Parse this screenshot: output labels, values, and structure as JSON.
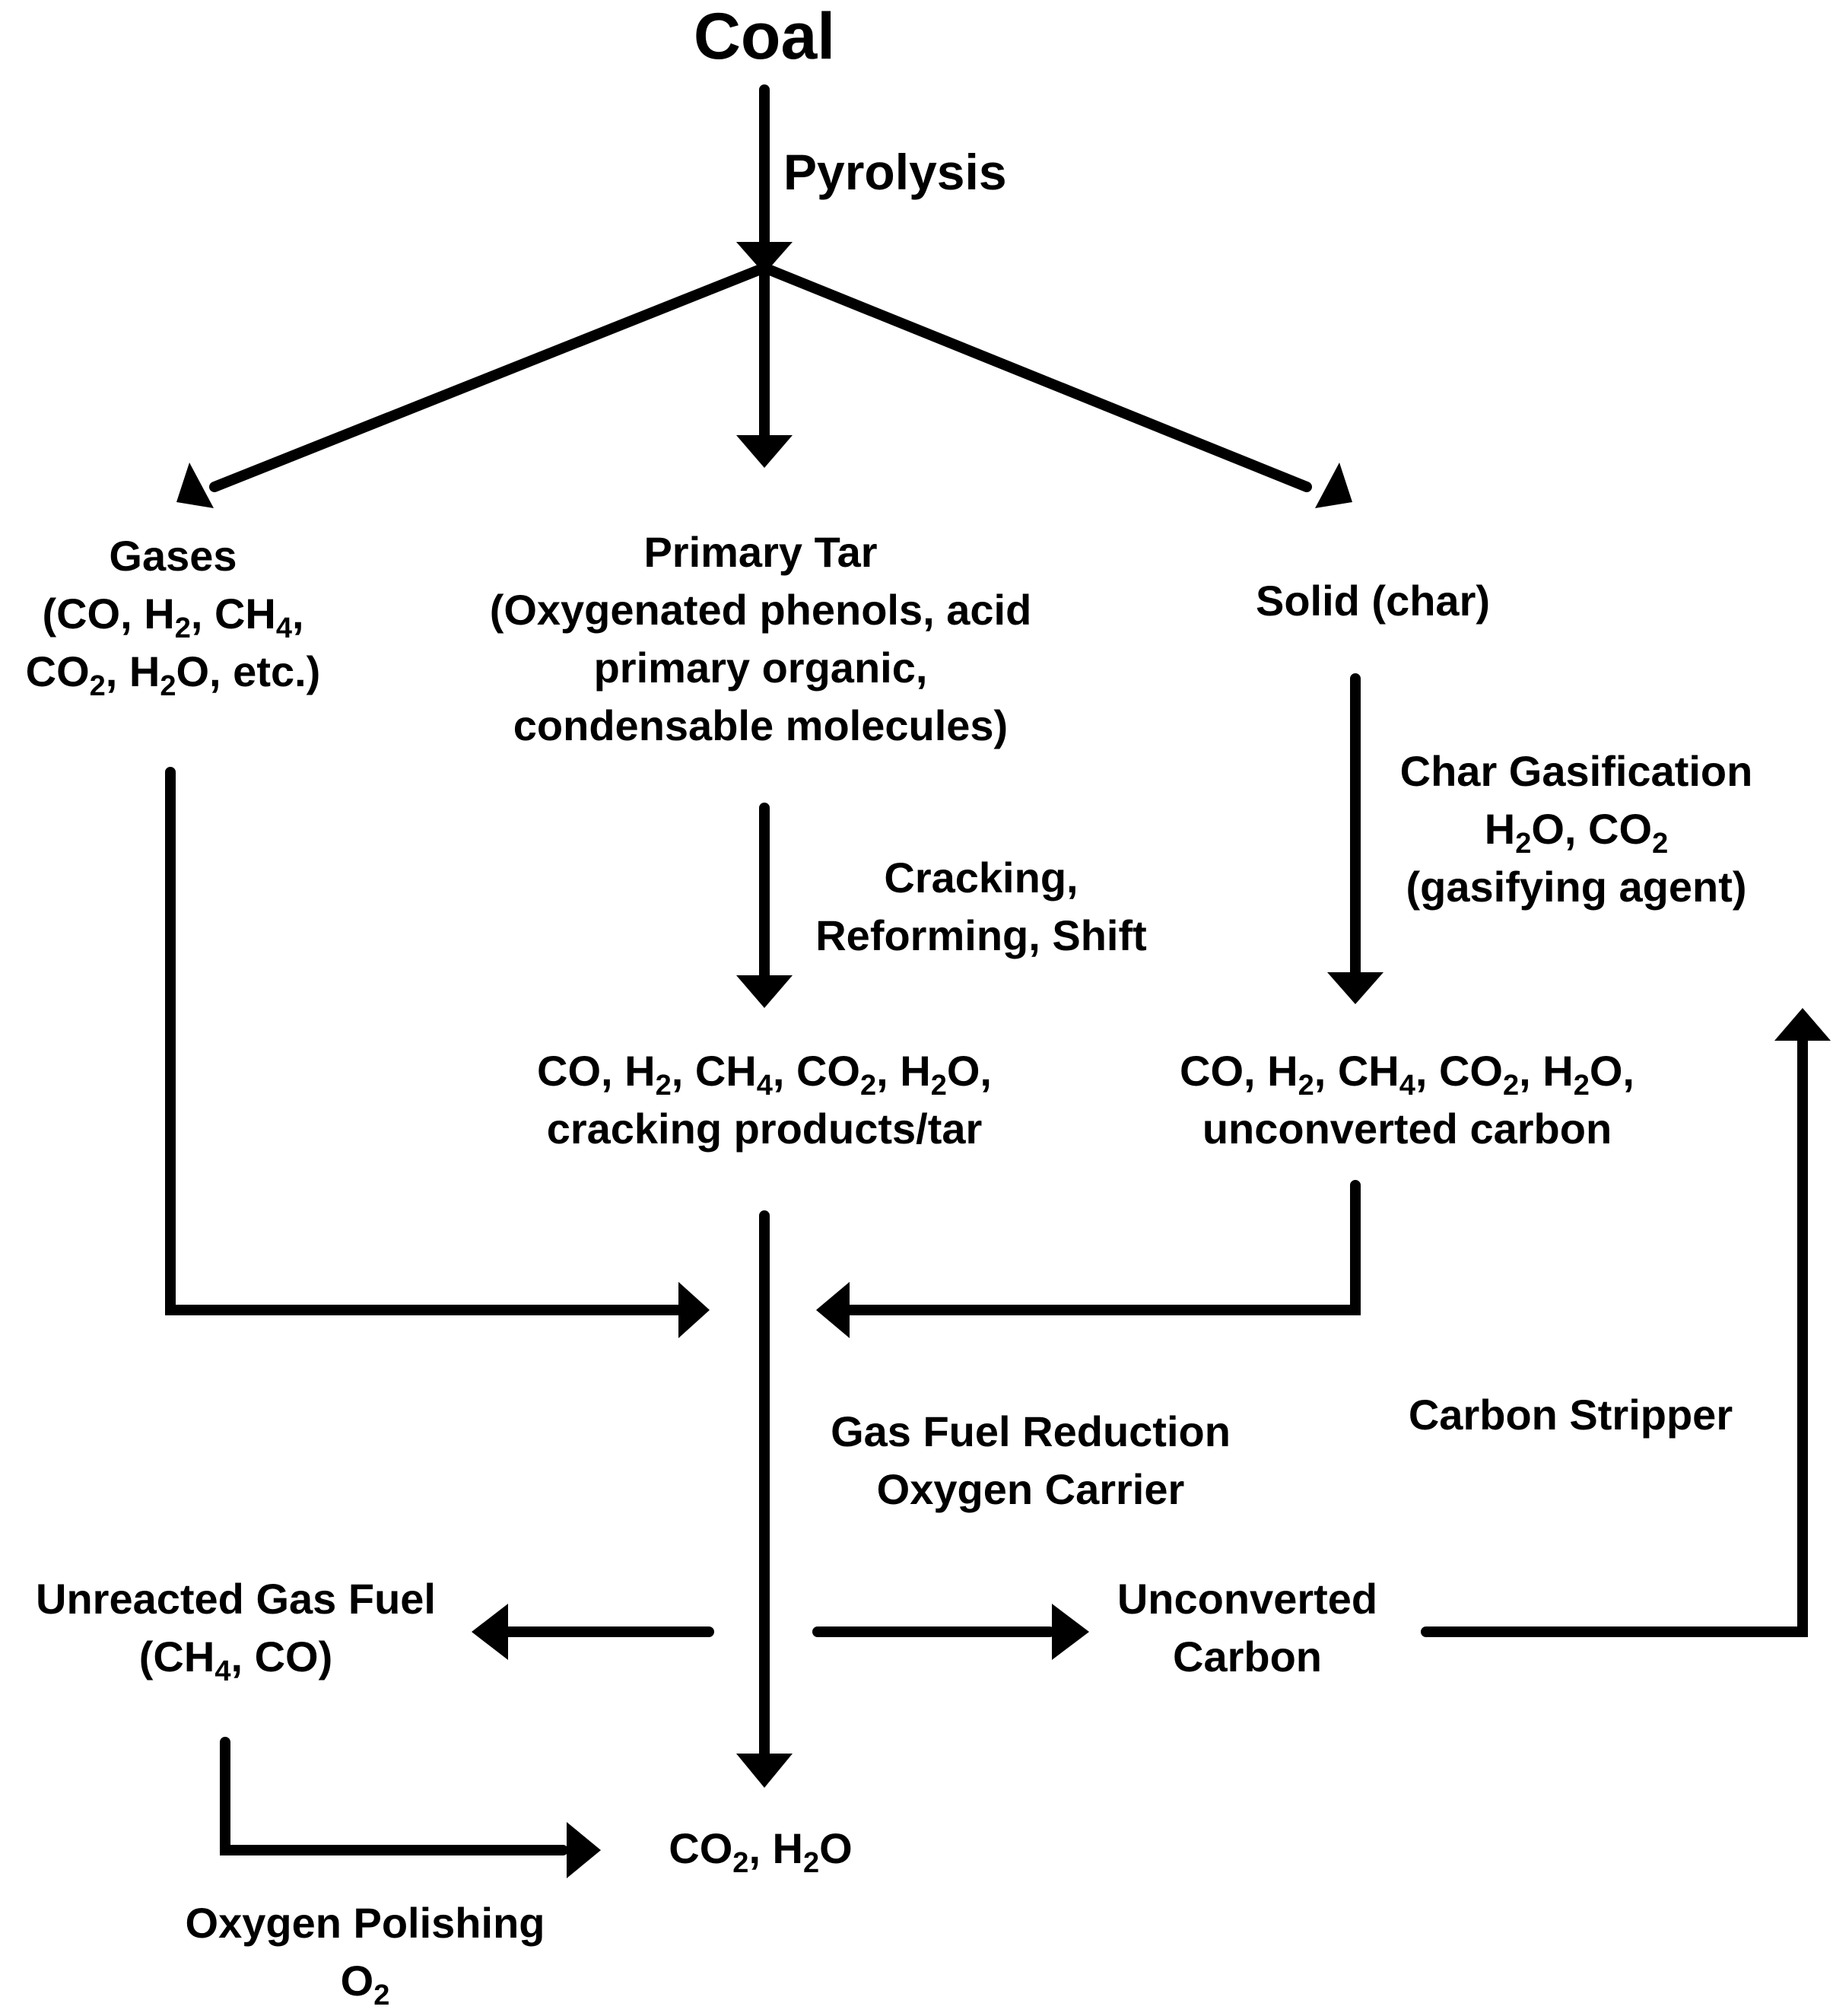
{
  "nodes": {
    "coal": "Coal",
    "gases": {
      "title": "Gases",
      "line2": {
        "a": "(CO, H",
        "s1": "2",
        "b": ", CH",
        "s2": "4",
        "c": ","
      },
      "line3": {
        "a": "CO",
        "s1": "2",
        "b": ", H",
        "s2": "2",
        "c": "O, etc.)"
      }
    },
    "primary_tar": {
      "title": "Primary Tar",
      "line2": "(Oxygenated phenols, acid",
      "line3": "primary organic,",
      "line4": "condensable molecules)"
    },
    "solid": "Solid (char)",
    "tar_products": {
      "line1": {
        "a": "CO, H",
        "s1": "2",
        "b": ", CH",
        "s2": "4",
        "c": ", CO",
        "s3": "2",
        "d": ", H",
        "s4": "2",
        "e": "O,"
      },
      "line2": "cracking products/tar"
    },
    "char_products": {
      "line1": {
        "a": "CO, H",
        "s1": "2",
        "b": ", CH",
        "s2": "4",
        "c": ", CO",
        "s3": "2",
        "d": ", H",
        "s4": "2",
        "e": "O,"
      },
      "line2": "unconverted carbon"
    },
    "unreacted": {
      "line1": "Unreacted Gas Fuel",
      "line2": {
        "a": "(CH",
        "s1": "4",
        "b": ", CO)"
      }
    },
    "unconverted": {
      "line1": "Unconverted",
      "line2": "Carbon"
    },
    "final": {
      "a": "CO",
      "s1": "2",
      "b": ", H",
      "s2": "2",
      "c": "O"
    }
  },
  "edges": {
    "pyrolysis": "Pyrolysis",
    "cracking": {
      "line1": "Cracking,",
      "line2": "Reforming, Shift"
    },
    "char_gasification": {
      "line1": "Char Gasification",
      "line2": {
        "a": "H",
        "s1": "2",
        "b": "O, CO",
        "s2": "2"
      },
      "line3": "(gasifying agent)"
    },
    "gas_fuel_reduction": {
      "line1": "Gas Fuel Reduction",
      "line2": "Oxygen Carrier"
    },
    "carbon_stripper": "Carbon Stripper",
    "oxygen_polishing": {
      "line1": "Oxygen Polishing",
      "a": "O",
      "s1": "2"
    }
  }
}
